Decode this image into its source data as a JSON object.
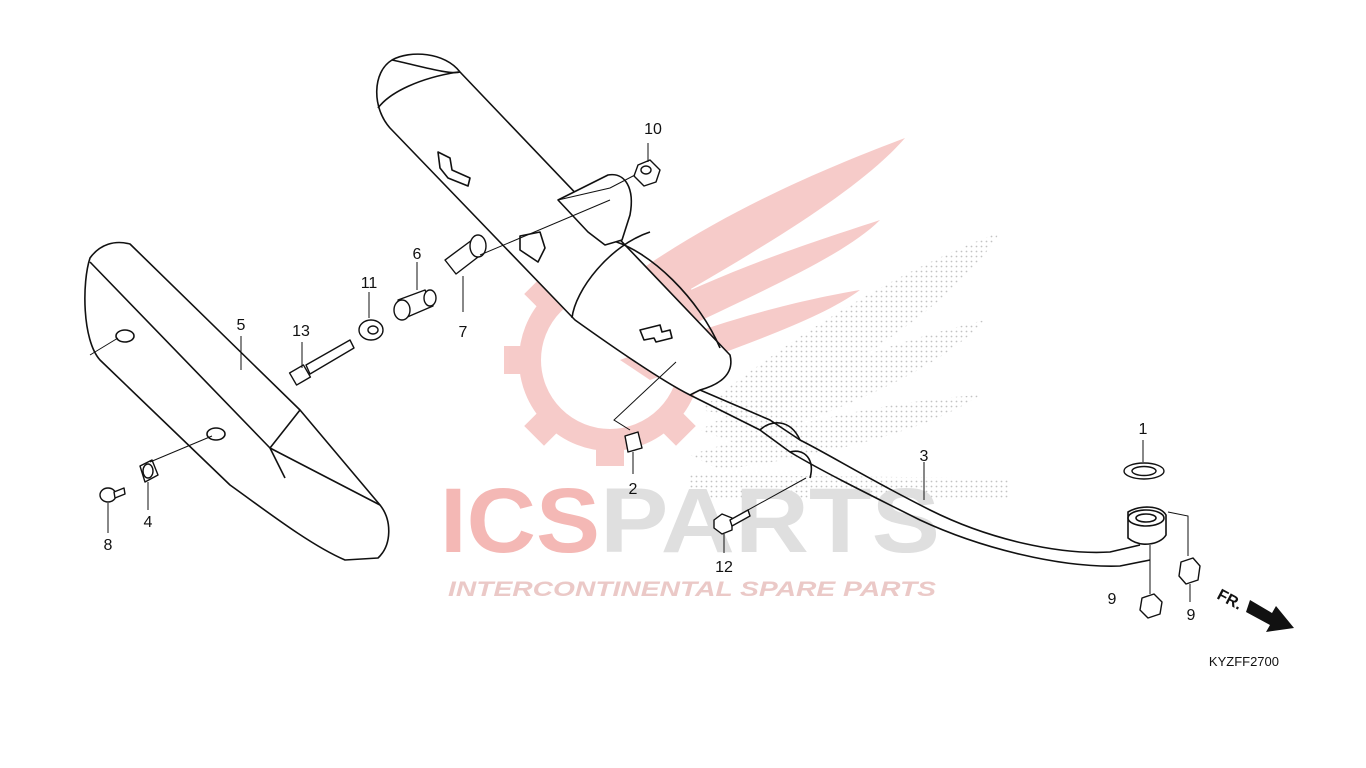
{
  "diagram_code": "KYZFF2700",
  "direction_label": "FR.",
  "watermark": {
    "brand_left": "ICS",
    "brand_right": "PARTS",
    "tagline": "INTERCONTINENTAL SPARE PARTS"
  },
  "callouts": {
    "c1": "1",
    "c2": "2",
    "c3": "3",
    "c4": "4",
    "c5": "5",
    "c6": "6",
    "c7": "7",
    "c8": "8",
    "c9a": "9",
    "c9b": "9",
    "c10": "10",
    "c11": "11",
    "c12": "12",
    "c13": "13"
  },
  "colors": {
    "line": "#111111",
    "watermark_red": "#e8413c",
    "watermark_grey": "#d9d9d9"
  }
}
